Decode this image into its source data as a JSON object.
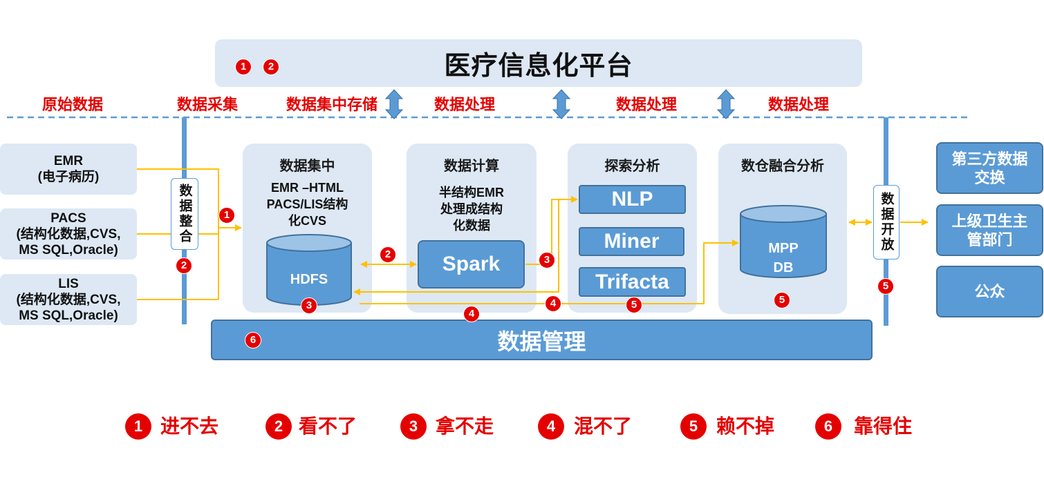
{
  "colors": {
    "accent_blue": "#5b9bd5",
    "border_blue": "#41719c",
    "panel_blue": "#dde8f4",
    "cylinder_top": "#9dc3e6",
    "issue_red": "#e50000",
    "flow_yellow": "#ffc000"
  },
  "platform": {
    "title": "医疗信息化平台",
    "badges": [
      "1",
      "2"
    ]
  },
  "stages": [
    "原始数据",
    "数据采集",
    "数据集中存储",
    "数据处理",
    "数据处理",
    "数据处理"
  ],
  "sources": [
    {
      "lines": [
        "EMR",
        "(电子病历)"
      ]
    },
    {
      "lines": [
        "PACS",
        "(结构化数据,CVS,",
        "MS SQL,Oracle)"
      ]
    },
    {
      "lines": [
        "LIS",
        "(结构化数据,CVS,",
        "MS SQL,Oracle)"
      ]
    }
  ],
  "collection": {
    "badge": "1"
  },
  "integration": {
    "label": "数据整合",
    "badge": "2"
  },
  "storage": {
    "title": "数据集中",
    "lines": [
      "EMR –HTML",
      "PACS/LIS结构",
      "化CVS"
    ],
    "db": "HDFS",
    "badge": "3",
    "transfer_badge": "2"
  },
  "compute": {
    "title": "数据计算",
    "lines": [
      "半结构EMR",
      "处理成结构",
      "化数据"
    ],
    "engine": "Spark",
    "badge": "3"
  },
  "explore": {
    "title": "探索分析",
    "tools": [
      "NLP",
      "Miner",
      "Trifacta"
    ]
  },
  "flows": {
    "badge_below": "4",
    "badge_line_a": "4",
    "badge_line_b": "5"
  },
  "warehouse": {
    "title": "数仓融合分析",
    "db_lines": [
      "MPP",
      "DB"
    ],
    "badge": "5"
  },
  "open": {
    "label": "数据开放",
    "badge": "5"
  },
  "consumers": [
    {
      "lines": [
        "第三方数据",
        "交换"
      ]
    },
    {
      "lines": [
        "上级卫生主",
        "管部门"
      ]
    },
    {
      "lines": [
        "公众"
      ]
    }
  ],
  "management": {
    "title": "数据管理",
    "badge": "6"
  },
  "legend": [
    {
      "num": "1",
      "text": "进不去"
    },
    {
      "num": "2",
      "text": "看不了"
    },
    {
      "num": "3",
      "text": "拿不走"
    },
    {
      "num": "4",
      "text": "混不了"
    },
    {
      "num": "5",
      "text": "赖不掉"
    },
    {
      "num": "6",
      "text": "靠得住"
    }
  ]
}
